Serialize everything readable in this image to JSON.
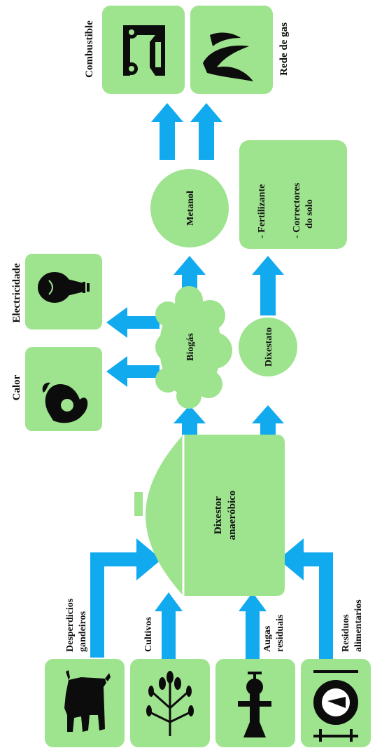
{
  "colors": {
    "node_fill": "#9ee38e",
    "arrow": "#12aaee",
    "text": "#111111",
    "icon": "#0c0c0c",
    "background": "#ffffff"
  },
  "inputs": {
    "cattle": {
      "label_line1": "Desperdicios",
      "label_line2": "gandeiros",
      "icon": "cow-icon"
    },
    "crops": {
      "label": "Cultivos",
      "icon": "wheat-icon"
    },
    "wastewater": {
      "label_line1": "Augas",
      "label_line2": "residuais",
      "icon": "faucet-icon"
    },
    "food": {
      "label_line1": "Residuos",
      "label_line2": "alimentarios",
      "icon": "dinner-plate-icon"
    }
  },
  "digester": {
    "label_line1": "Dixestor",
    "label_line2": "anaeróbico"
  },
  "biogas": {
    "label": "Biogás"
  },
  "digestate": {
    "label": "Dixestato"
  },
  "heat": {
    "label": "Calor",
    "icon": "flame-icon"
  },
  "electricity": {
    "label": "Electricidade",
    "icon": "light-bulb-icon"
  },
  "methanol": {
    "label": "Metanol"
  },
  "fertilizer": {
    "item1": "- Fertilizante",
    "item2a": "- Correctores",
    "item2b": "do solo"
  },
  "fuel": {
    "label": "Combustible",
    "icon": "car-icon"
  },
  "gas_grid": {
    "label": "Rede de gas",
    "icon": "gas-flame-icon"
  }
}
